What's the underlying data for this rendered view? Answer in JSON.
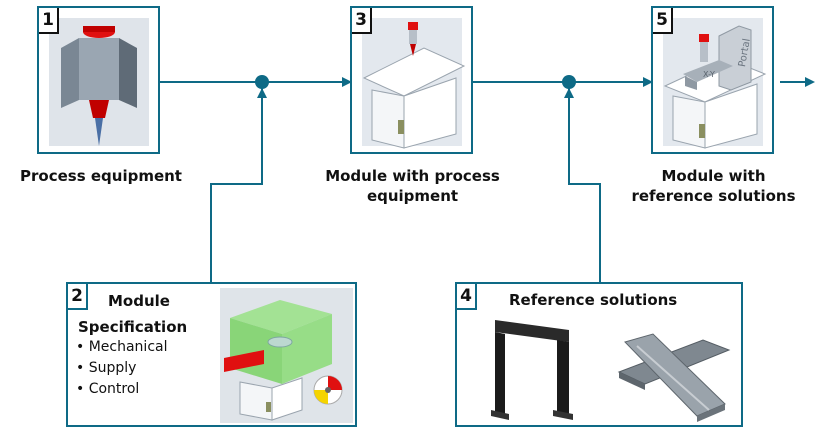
{
  "steps": [
    {
      "number": "1",
      "label": "Process equipment"
    },
    {
      "number": "3",
      "label_line1": "Module with process",
      "label_line2": "equipment"
    },
    {
      "number": "5",
      "label_line1": "Module with",
      "label_line2": "reference solutions",
      "portal_text": "Portal",
      "xy_text": "X-Y"
    }
  ],
  "spec_box": {
    "number": "2",
    "title_line1": "Module",
    "title_line2": "Specification",
    "bullets": [
      "Mechanical",
      "Supply",
      "Control"
    ]
  },
  "ref_box": {
    "number": "4",
    "title": "Reference solutions"
  },
  "colors": {
    "connector": "#0e6a86",
    "frame_border": "#0e6a86"
  }
}
